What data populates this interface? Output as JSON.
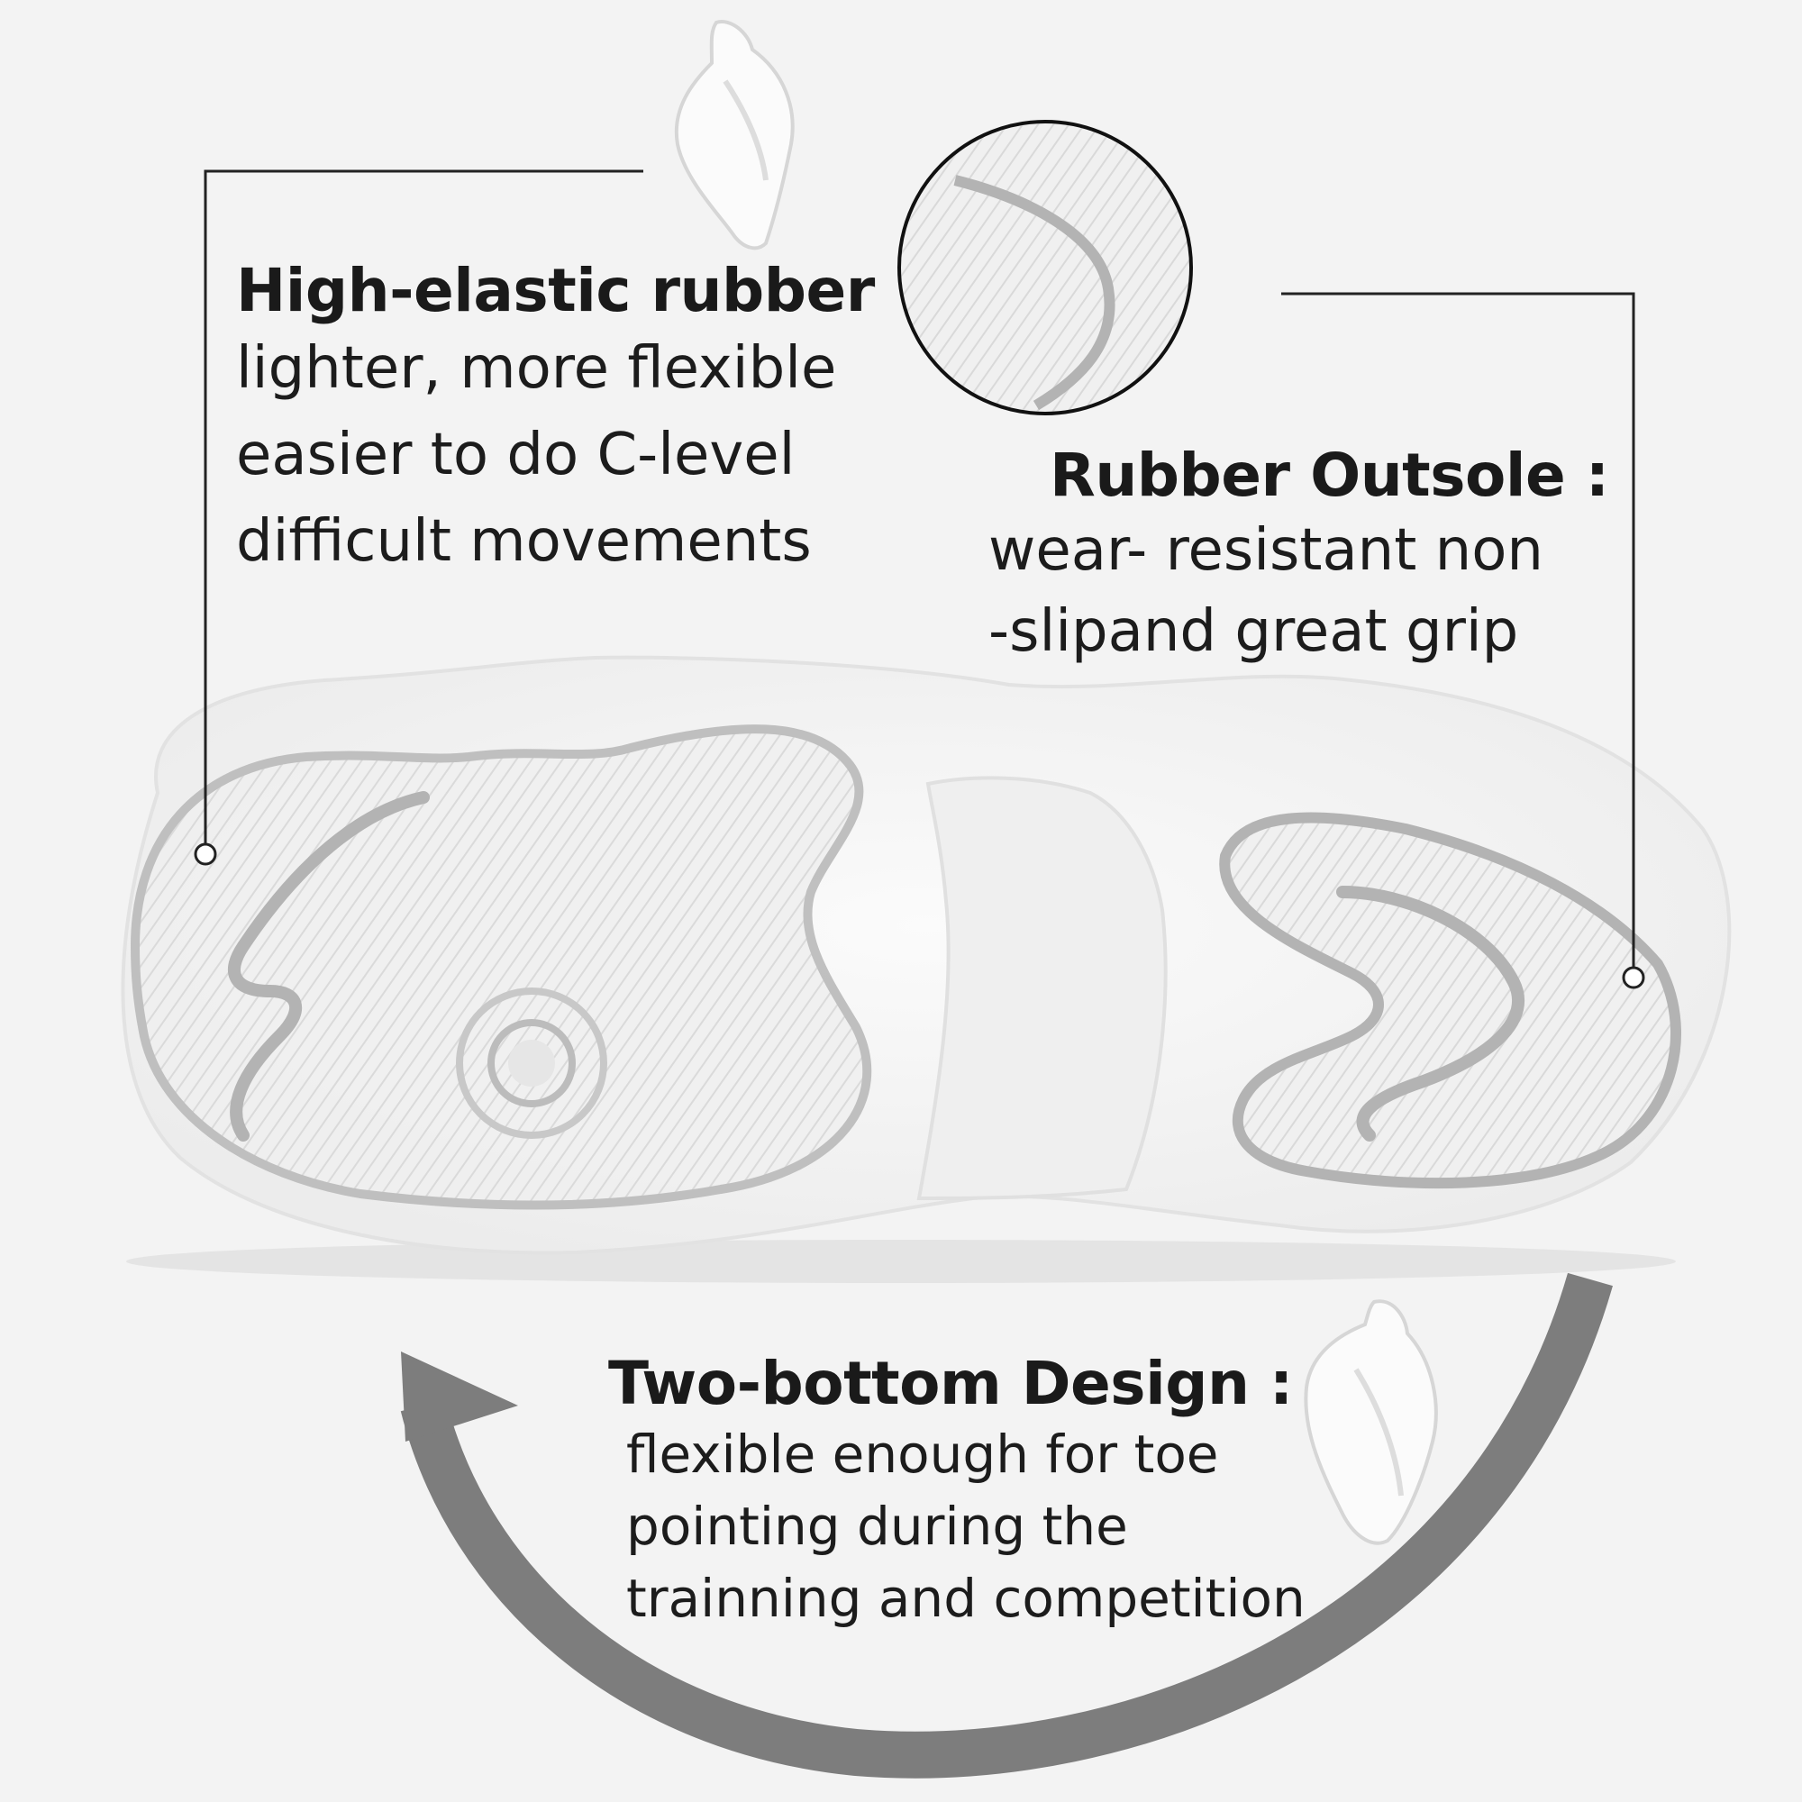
{
  "callouts": {
    "elastic": {
      "heading": "High-elastic rubber",
      "lines": [
        "lighter, more flexible",
        "easier to do C-level",
        "difficult movements"
      ]
    },
    "outsole": {
      "heading": "Rubber Outsole :",
      "lines": [
        "wear- resistant non",
        "-slipand great grip"
      ]
    },
    "two_bottom": {
      "heading": "Two-bottom Design :",
      "lines": [
        "flexible enough for toe",
        "pointing during the",
        "trainning and competition"
      ]
    }
  },
  "colors": {
    "background": "#f3f3f3",
    "sole": "#f7f7f7",
    "sole_outline": "#b3b3b3",
    "arrow": "#7d7d7d",
    "leader_line": "#222222"
  },
  "icons": [
    "shoe-thumbnail-icon",
    "curved-arrow-icon",
    "tread-zoom-icon"
  ]
}
